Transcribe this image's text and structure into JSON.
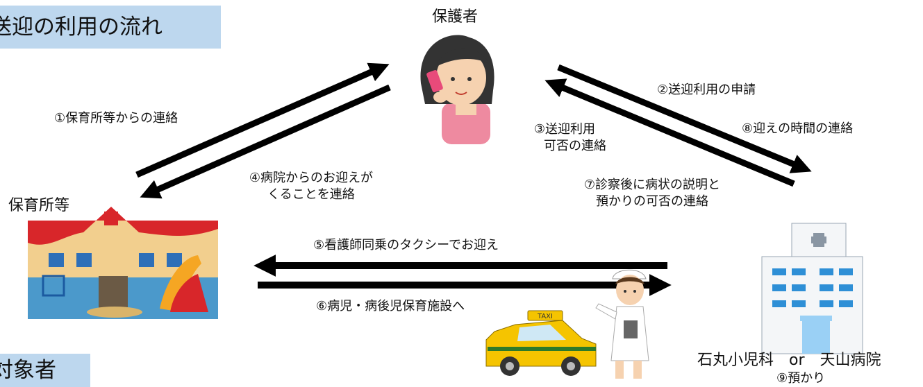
{
  "headings": {
    "flow": "送迎の利用の流れ",
    "target": "対象者"
  },
  "nodes": {
    "guardian": "保護者",
    "nursery": "保育所等",
    "hospital": "石丸小児科　or　天山病院",
    "hospital_note": "⑨預かり"
  },
  "steps": {
    "s1": "①保育所等からの連絡",
    "s2": "②送迎利用の申請",
    "s3_line1": "③送迎利用",
    "s3_line2": "可否の連絡",
    "s4_line1": "④病院からのお迎えが",
    "s4_line2": "くることを連絡",
    "s5": "⑤看護師同乗のタクシーでお迎え",
    "s6": "⑥病児・病後児保育施設へ",
    "s7_line1": "⑦診察後に病状の説明と",
    "s7_line2": "預かりの可否の連絡",
    "s8": "⑧迎えの時間の連絡"
  },
  "illustrations": {
    "taxi_sign": "TAXI"
  },
  "colors": {
    "heading_bg": "#bdd7ee",
    "arrow": "#000000",
    "hospital_blue": "#2e8fd6",
    "taxi_yellow": "#f5c400",
    "skin": "#f6d2b0",
    "sweater": "#ee8aa0",
    "school_red": "#d8262a",
    "school_tan": "#f2cf8e"
  }
}
